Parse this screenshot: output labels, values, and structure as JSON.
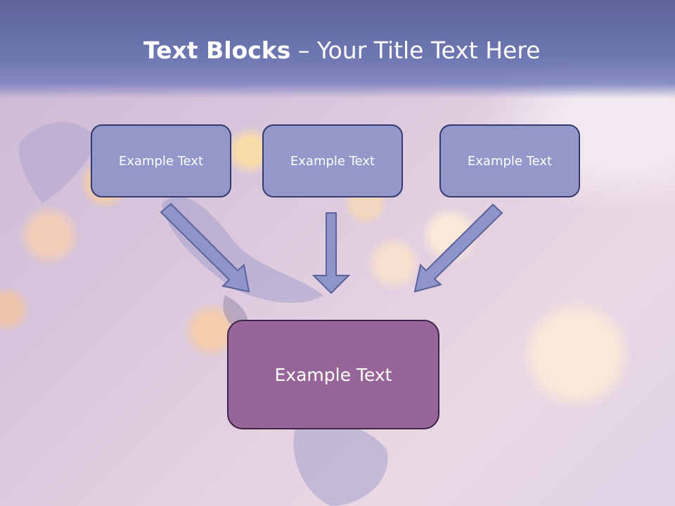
{
  "title": {
    "bold": "Text Blocks",
    "separator": " – ",
    "rest": "Your Title Text Here"
  },
  "boxes": {
    "top_left": "Example Text",
    "top_middle": "Example Text",
    "top_right": "Example Text",
    "bottom": "Example Text"
  },
  "colors": {
    "header": "#6f78b3",
    "box_fill": "#9497c9",
    "box_border": "#343a6e",
    "bottom_fill": "#986598",
    "bottom_border": "#3f2445",
    "arrow_fill": "#8e95c8",
    "arrow_border": "#5c629a"
  }
}
